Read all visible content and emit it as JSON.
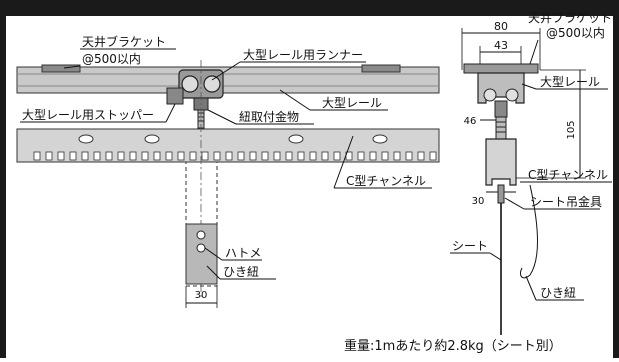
{
  "labels": {
    "ceiling_bracket": "天井ブラケット",
    "bracket_pitch": "@500以内",
    "runner": "大型レール用ランナー",
    "rail": "大型レール",
    "stopper": "大型レール用ストッパー",
    "cord_fitting": "紐取付金物",
    "c_channel": "C型チャンネル",
    "grommet": "ハトメ",
    "pull_cord": "ひき紐",
    "sheet": "シート",
    "sheet_hanger": "シート吊金具",
    "weight_note": "重量:1mあたり約2.8kg（シート別）"
  },
  "dimensions": {
    "bracket_width": "80",
    "runner_width": "43",
    "offset_46": "46",
    "height_105": "105",
    "channel_30": "30",
    "bottom_30": "30"
  },
  "colors": {
    "frame": "#1a1a1a",
    "rail_fill": "#c9c9c9",
    "channel_fill": "#d4d4d4",
    "detail": "#9a9a9a"
  }
}
